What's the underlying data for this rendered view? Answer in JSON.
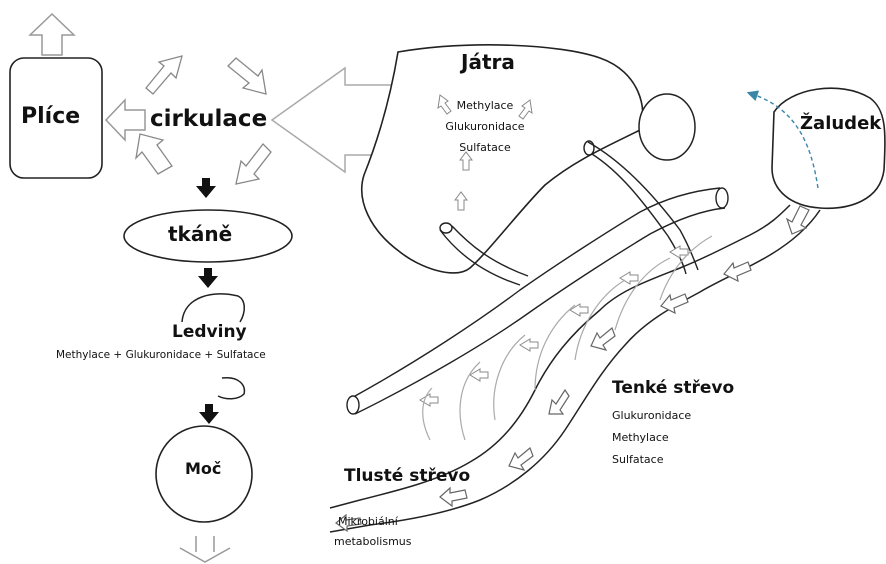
{
  "labels": {
    "lungs": "Plíce",
    "circulation": "cirkulace",
    "tissues": "tkáně",
    "kidneys": "Ledviny",
    "kidney_processes": "Methylace + Glukuronidace + Sulfatace",
    "urine": "Moč",
    "liver": "Játra",
    "liver_processes": [
      "Methylace",
      "Glukuronidace",
      "Sulfatace"
    ],
    "stomach": "Žaludek",
    "small_intestine": "Tenké střevo",
    "small_intestine_processes": [
      "Glukuronidace",
      "Methylace",
      "Sulfatace"
    ],
    "large_intestine": "Tlusté střevo",
    "large_intestine_processes": [
      "Mikrobiální",
      "metabolismus"
    ]
  },
  "colors": {
    "line": "#222222",
    "hollow_arrow": "#9a9a9a",
    "dashed_arrow": "#3a86a8"
  }
}
